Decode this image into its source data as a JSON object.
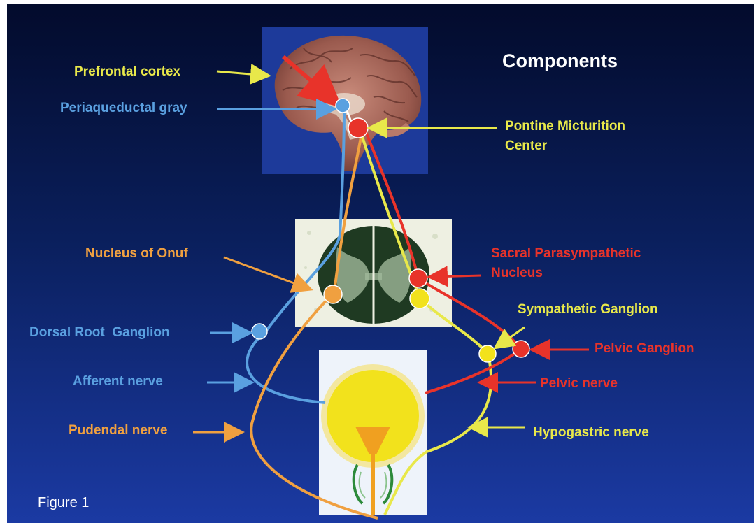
{
  "title": "Components",
  "figure_label": "Figure 1",
  "labels": {
    "prefrontal_cortex": "Prefrontal cortex",
    "periaqueductal_gray": "Periaqueductal gray",
    "pontine_line1": "Pontine Micturition",
    "pontine_line2": "Center",
    "nucleus_onuf": "Nucleus of Onuf",
    "sacral_line1": "Sacral Parasympathetic",
    "sacral_line2": "Nucleus",
    "sympathetic_ganglion": "Sympathetic Ganglion",
    "dorsal_root_ganglion": "Dorsal Root  Ganglion",
    "pelvic_ganglion": "Pelvic Ganglion",
    "afferent_nerve": "Afferent nerve",
    "pelvic_nerve": "Pelvic nerve",
    "pudendal_nerve": "Pudendal nerve",
    "hypogastric_nerve": "Hypogastric nerve"
  },
  "colors": {
    "yellow": "#e8e84a",
    "blue": "#5aa0e0",
    "orange": "#f0a040",
    "red": "#e8332a",
    "white": "#ffffff"
  },
  "icons": [
    "brain-image",
    "spinal-cord-image",
    "bladder-image"
  ]
}
